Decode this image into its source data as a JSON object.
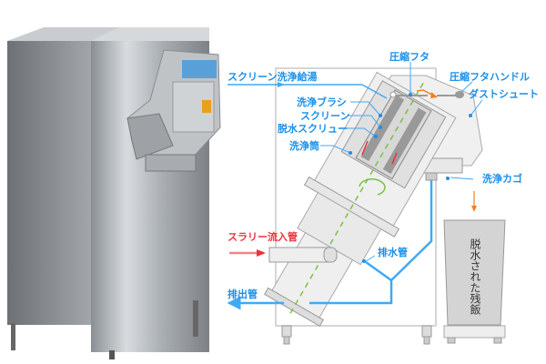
{
  "labels": {
    "compression_lid": "圧縮フタ",
    "compression_lid_handle": "圧縮フタハンドル",
    "screen_wash_hot_water": "スクリーン洗浄給湯",
    "dust_chute": "ダストシュート",
    "wash_brush": "洗浄ブラシ",
    "screen": "スクリーン",
    "dewatering_screw": "脱水スクリュー",
    "wash_cylinder": "洗浄筒",
    "wash_basket": "洗浄カゴ",
    "slurry_inlet_pipe": "スラリー流入管",
    "drain_pipe": "排水管",
    "discharge_pipe": "排出管",
    "dewatered_waste": "脱水された残飯"
  },
  "colors": {
    "label": "#1a8fe8",
    "inlet": "#f0303a",
    "flow": "#3fa9f5",
    "axis": "#7cc142",
    "output": "#f08020"
  }
}
